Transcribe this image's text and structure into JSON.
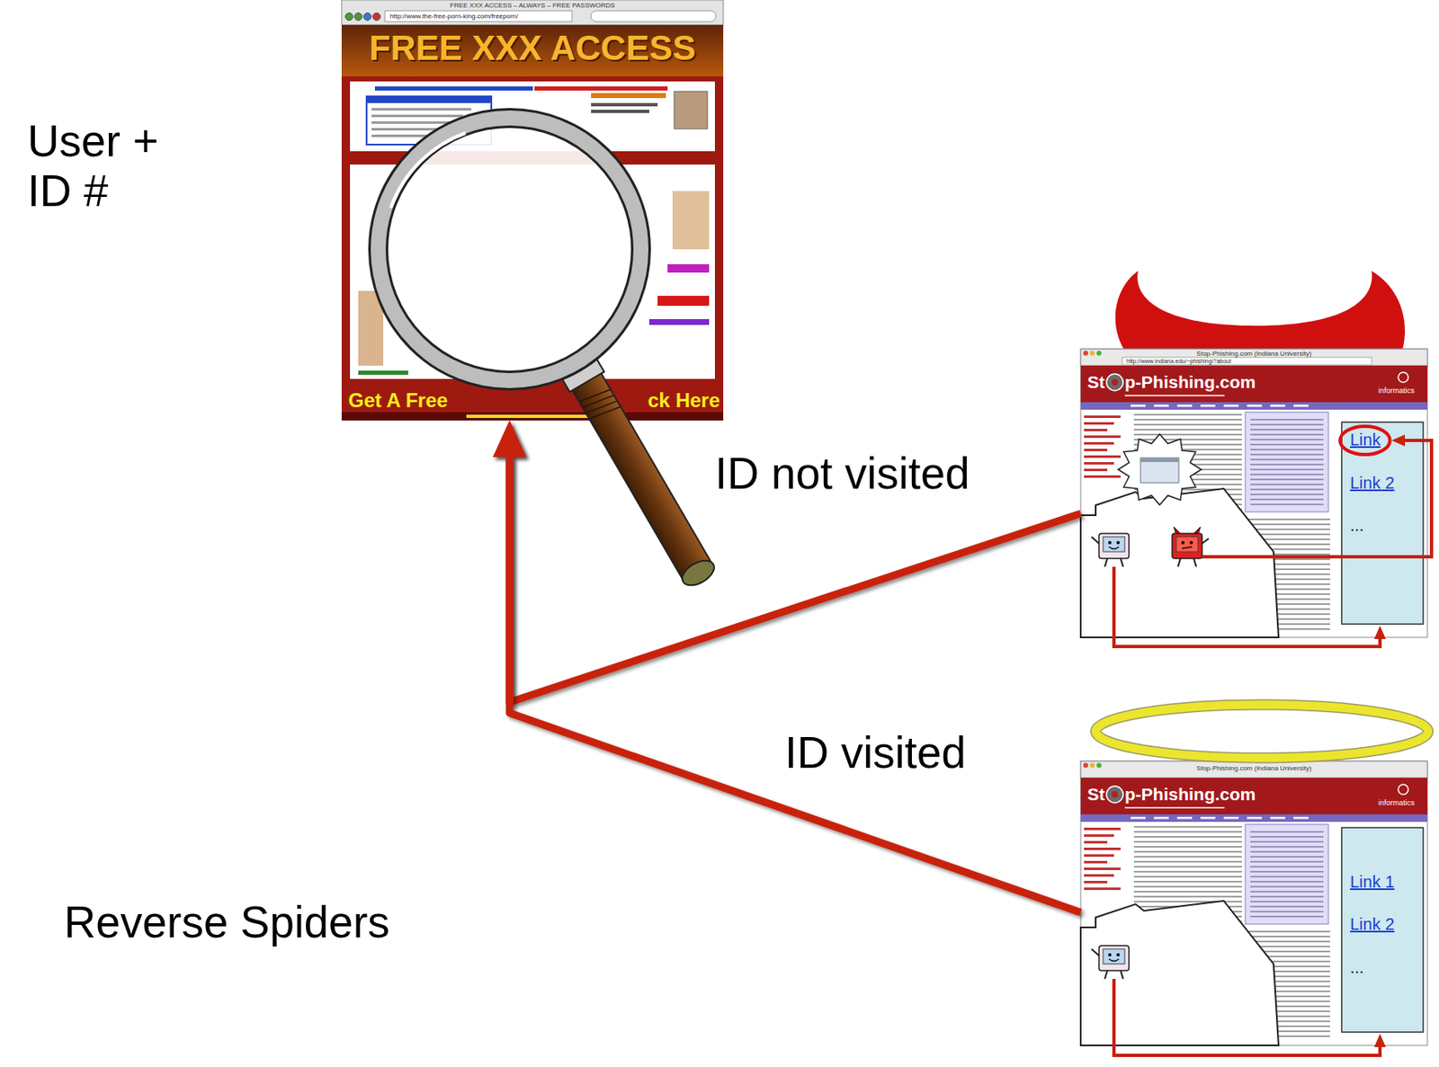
{
  "diagram": {
    "nodes": [
      {
        "text": [
          "FREE XXX ACCESS – ALWAYS – FREE PASSWORDS",
          "http://www.the-free-porn-king.com/freeporn/",
          "FREE XXX ACCESS",
          "Get A Free",
          "ck Here"
        ]
      },
      {
        "text": [
          "Stop-Phishing.com (Indiana University)",
          "http://www.indiana.edu/~phishing/?about",
          "St",
          "p-Phishing.com",
          "informatics"
        ]
      },
      {
        "text": [
          "Link",
          "Link 2",
          "..."
        ],
        "in": 1
      },
      {
        "text": [
          "Stop-Phishing.com (Indiana University)",
          "St",
          "p-Phishing.com",
          "informatics"
        ]
      },
      {
        "text": [
          "Link 1",
          "Link 2",
          "..."
        ],
        "in": 3
      }
    ],
    "edges": [
      {
        "from": 1,
        "to": 0,
        "arrow": "to",
        "label": "ID not visited"
      },
      {
        "from": 3,
        "to": 0,
        "arrow": "to",
        "label": "ID visited"
      }
    ],
    "labels": [
      "User + ID #",
      "Reverse Spiders"
    ]
  }
}
